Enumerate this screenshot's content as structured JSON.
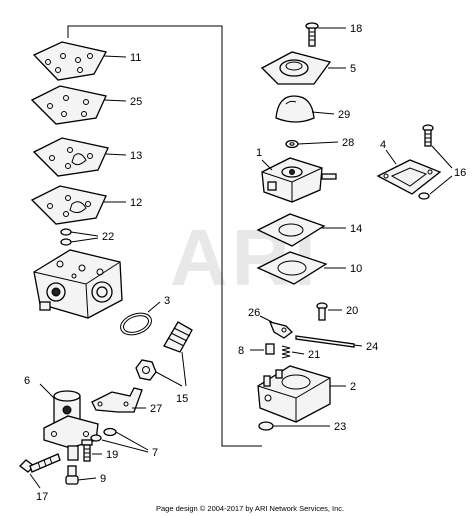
{
  "watermark": "ARI",
  "footer": "Page design © 2004-2017 by ARI Network Services, Inc.",
  "callouts": {
    "c11": "11",
    "c25": "25",
    "c13": "13",
    "c12": "12",
    "c22": "22",
    "c3": "3",
    "c15": "15",
    "c6": "6",
    "c27": "27",
    "c7": "7",
    "c19": "19",
    "c17": "17",
    "c9": "9",
    "c18": "18",
    "c5": "5",
    "c29": "29",
    "c28": "28",
    "c1": "1",
    "c4": "4",
    "c16": "16",
    "c14": "14",
    "c10": "10",
    "c20": "20",
    "c26": "26",
    "c8": "8",
    "c21": "21",
    "c24": "24",
    "c2": "2",
    "c23": "23"
  }
}
